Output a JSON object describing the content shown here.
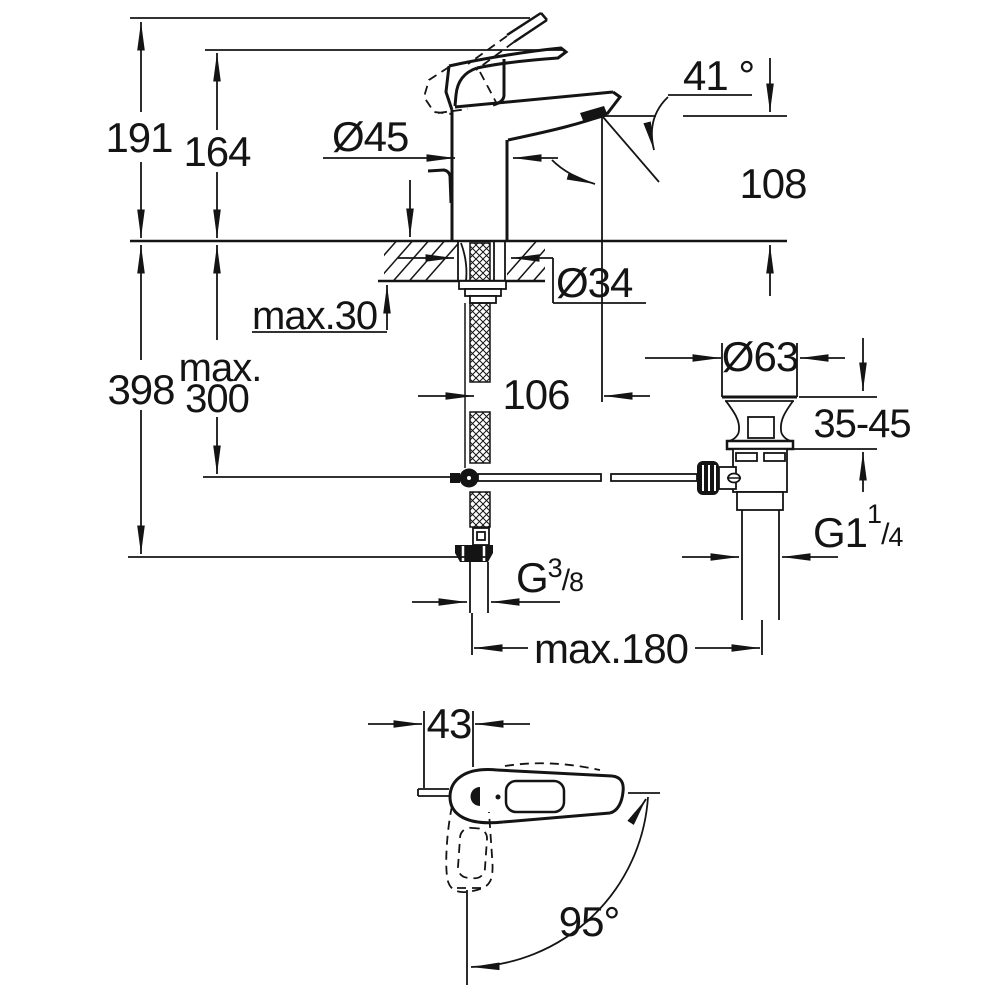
{
  "drawing": {
    "kind": "faucet-installation-dimension-drawing",
    "line_color": "#141414",
    "background": "#ffffff",
    "labels": {
      "height_overall": "191",
      "height_lever": "164",
      "body_diameter": "Ø45",
      "lever_angle": "41 °",
      "spout_height": "108",
      "hole_diameter": "Ø34",
      "deck_max_thickness": "max.30",
      "below_deck_length": "398",
      "max_depth_line1": "max.",
      "max_depth_line2": "300",
      "spout_reach": "106",
      "drain_flange_diameter": "Ø63",
      "drain_height_range": "35-45",
      "drain_thread_main": "G1",
      "drain_thread_sup": "1",
      "drain_thread_slash": "/",
      "drain_thread_sub": "4",
      "supply_thread_main": "G",
      "supply_thread_sup": "3",
      "supply_thread_slash": "/",
      "supply_thread_sub": "8",
      "rod_max_reach": "max.180",
      "top_view_offset": "43",
      "handle_swing_angle": "95°"
    }
  }
}
